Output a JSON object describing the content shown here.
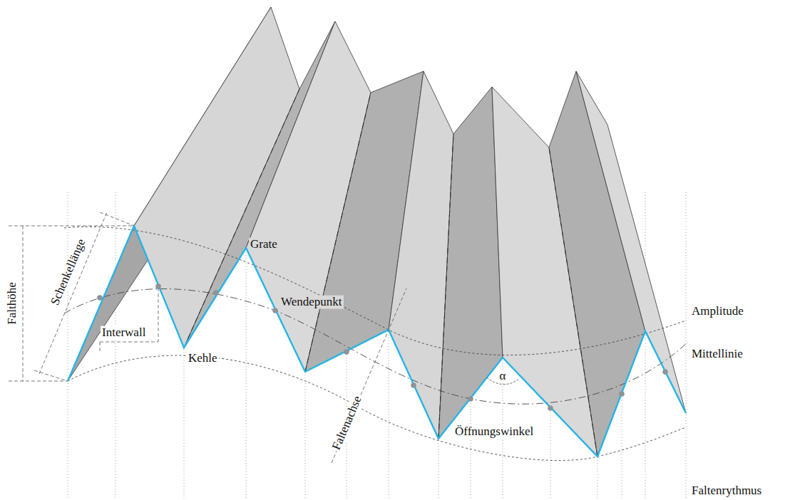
{
  "diagram": {
    "labels": [
      "Falthöhe",
      "Schenkellänge",
      "Grate",
      "Interwall",
      "Wendepunkt",
      "Kehle",
      "Amplitude",
      "Mittellinie",
      "Faltenachse",
      "α",
      "Öffnungswinkel",
      "Faltenrythmus"
    ]
  }
}
